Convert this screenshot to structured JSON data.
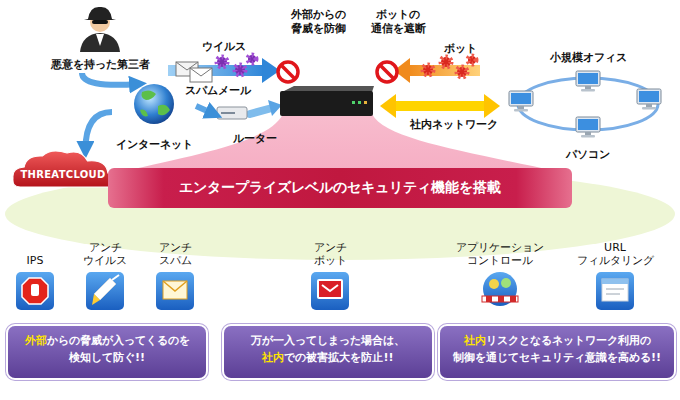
{
  "diagram": {
    "nodes": [
      {
        "text": [
          "悪意を持った第三者"
        ]
      },
      {
        "text": [
          "インターネット"
        ]
      },
      {
        "text": [
          "THREATCLOUD"
        ]
      },
      {
        "text": [
          "ルーター"
        ]
      },
      {
        "text": [
          "小規模オフィス",
          "パソコン"
        ]
      },
      {
        "text": [
          "エンタープライズレベルのセキュリティ機能を搭載"
        ]
      },
      {
        "text": [
          "IPS"
        ]
      },
      {
        "text": [
          "アンチ ウイルス"
        ]
      },
      {
        "text": [
          "アンチ スパム"
        ]
      },
      {
        "text": [
          "アンチ ボット"
        ]
      },
      {
        "text": [
          "アプリケーション コントロール"
        ]
      },
      {
        "text": [
          "URL フィルタリング"
        ]
      },
      {
        "text": [
          "外部",
          "からの脅威が入ってくるのを 検知して防ぐ!!"
        ]
      },
      {
        "text": [
          "万が一入ってしまった場合は、",
          "社内",
          "での被害拡大を防止!!"
        ]
      },
      {
        "text": [
          "社内",
          "リスクとなるネットワーク利用の 制御を通じてセキュリティ意識を高める!!"
        ]
      }
    ],
    "edges": [
      {
        "from": 0,
        "to": 1,
        "arrow": "to"
      },
      {
        "from": 1,
        "to": 2,
        "arrow": "to"
      },
      {
        "from": 1,
        "to": 3,
        "arrow": "to"
      }
    ],
    "labels": [
      "ウイルス",
      "スパムメール",
      "外部からの 脅威を防御",
      "ボットの 通信を遮断",
      "ボット",
      "社内ネットワーク"
    ]
  }
}
